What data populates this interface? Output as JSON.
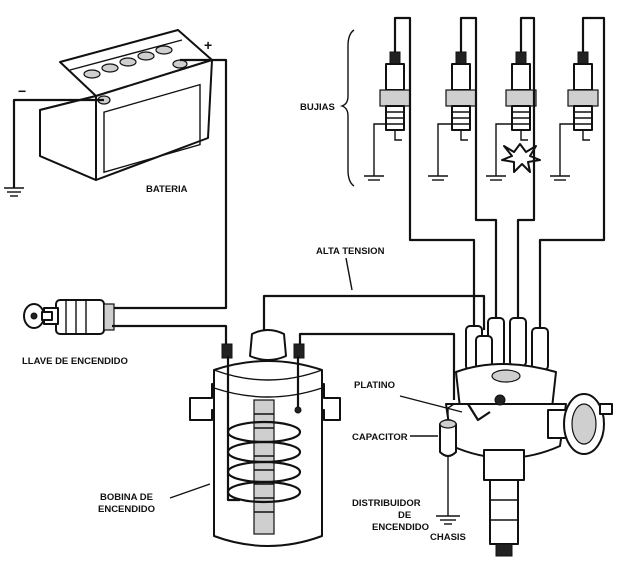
{
  "labels": {
    "battery": "BATERIA",
    "battery_plus": "+",
    "battery_minus": "−",
    "spark_plugs": "BUJIAS",
    "high_tension": "ALTA TENSION",
    "ignition_key": "LLAVE DE ENCENDIDO",
    "coil_line1": "BOBINA DE",
    "coil_line2": "ENCENDIDO",
    "points": "PLATINO",
    "capacitor": "CAPACITOR",
    "chassis": "CHASIS",
    "distributor_line1": "DISTRIBUIDOR",
    "distributor_line2": "DE",
    "distributor_line3": "ENCENDIDO"
  }
}
